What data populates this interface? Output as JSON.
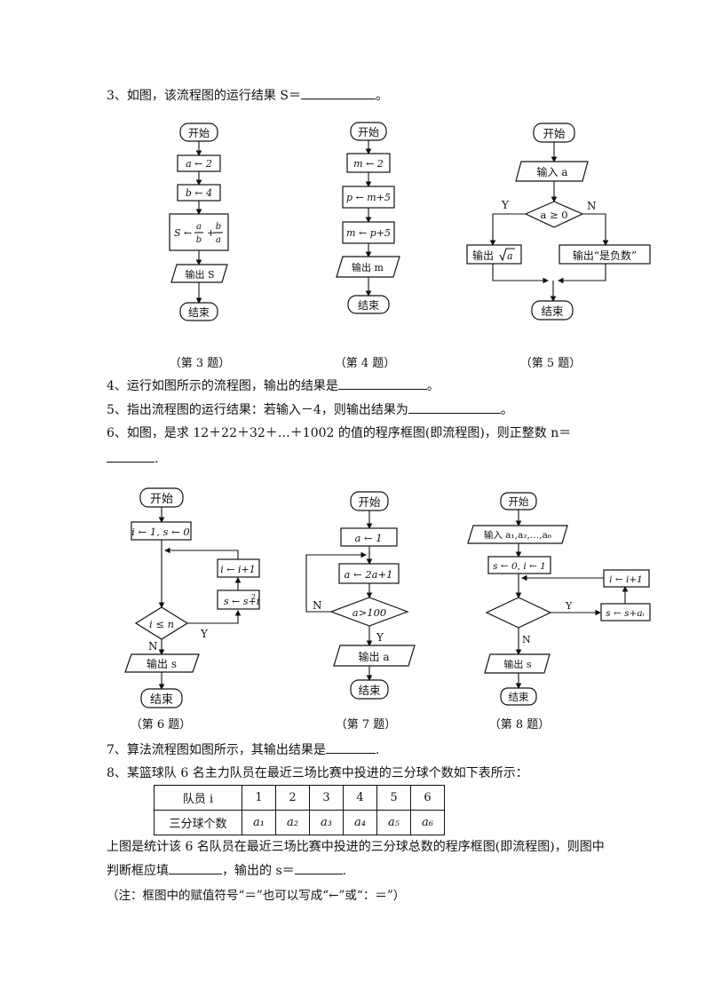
{
  "q3": {
    "text": "3、如图，该流程图的运行结果 S＝",
    "end": "。"
  },
  "q4": {
    "text": "4、运行如图所示的流程图，输出的结果是",
    "end": "。"
  },
  "q5": {
    "text": "5、指出流程图的运行结果：若输入－4，则输出结果为",
    "end": "。"
  },
  "q6": {
    "text": "6、如图，是求 12＋22＋32＋…＋1002 的值的程序框图(即流程图)，则正整数 n＝",
    "end": "."
  },
  "q7": {
    "text": "7、算法流程图如图所示，其输出结果是",
    "end": "."
  },
  "q8": {
    "text": "8、某篮球队 6 名主力队员在最近三场比赛中投进的三分球个数如下表所示：",
    "after1": "上图是统计该 6 名队员在最近三场比赛中投进的三分球总数的程序框图(即流程图)，则图中",
    "after2a": "判断框应填",
    "after2b": "，输出的 s＝",
    "after2c": ".",
    "note": "（注：框图中的赋值符号“＝”也可以写成“←”或“：＝”）"
  },
  "captions": {
    "c3": "（第 3 题）",
    "c4": "（第 4 题）",
    "c5": "（第 5 题）",
    "c6": "（第 6 题）",
    "c7": "（第 7 题）",
    "c8": "（第 8 题）"
  },
  "fc3": {
    "start": "开始",
    "a": "a ← 2",
    "b": "b ← 4",
    "s_left": "S ←",
    "frac1_num": "a",
    "frac1_den": "b",
    "plus": "+",
    "frac2_num": "b",
    "frac2_den": "a",
    "out": "输出 S",
    "end": "结束"
  },
  "fc4": {
    "start": "开始",
    "m": "m ← 2",
    "p": "p ← m+5",
    "m2": "m ← p+5",
    "out": "输出 m",
    "end": "结束"
  },
  "fc5": {
    "start": "开始",
    "in": "输入 a",
    "cond": "a ≥ 0",
    "y": "Y",
    "n": "N",
    "out_left_pre": "输出",
    "out_left_val": "a",
    "out_right": "输出“是负数”",
    "end": "结束"
  },
  "fc6": {
    "start": "开始",
    "init": "i ← 1, s ← 0",
    "inc": "i ← i+1",
    "sum_pre": "s ← s+i",
    "sum_exp": "2",
    "cond": "i ≤ n",
    "y": "Y",
    "n": "N",
    "out": "输出 s",
    "end": "结束"
  },
  "fc7": {
    "start": "开始",
    "a1": "a ← 1",
    "a2": "a ← 2a+1",
    "cond": "a>100",
    "n": "N",
    "y": "Y",
    "out": "输出 a",
    "end": "结束"
  },
  "fc8": {
    "start": "开始",
    "in": "输入 a₁,a₂,…,a₆",
    "init": "s ← 0, i ← 1",
    "inc": "i ← i+1",
    "sum": "s ← s+aᵢ",
    "y": "Y",
    "n": "N",
    "out": "输出 s",
    "end": "结束"
  },
  "table": {
    "row1_head": "队员 i",
    "row1": [
      "1",
      "2",
      "3",
      "4",
      "5",
      "6"
    ],
    "row2_head": "三分球个数",
    "row2": [
      "a₁",
      "a₂",
      "a₃",
      "a₄",
      "a₅",
      "a₆"
    ]
  }
}
